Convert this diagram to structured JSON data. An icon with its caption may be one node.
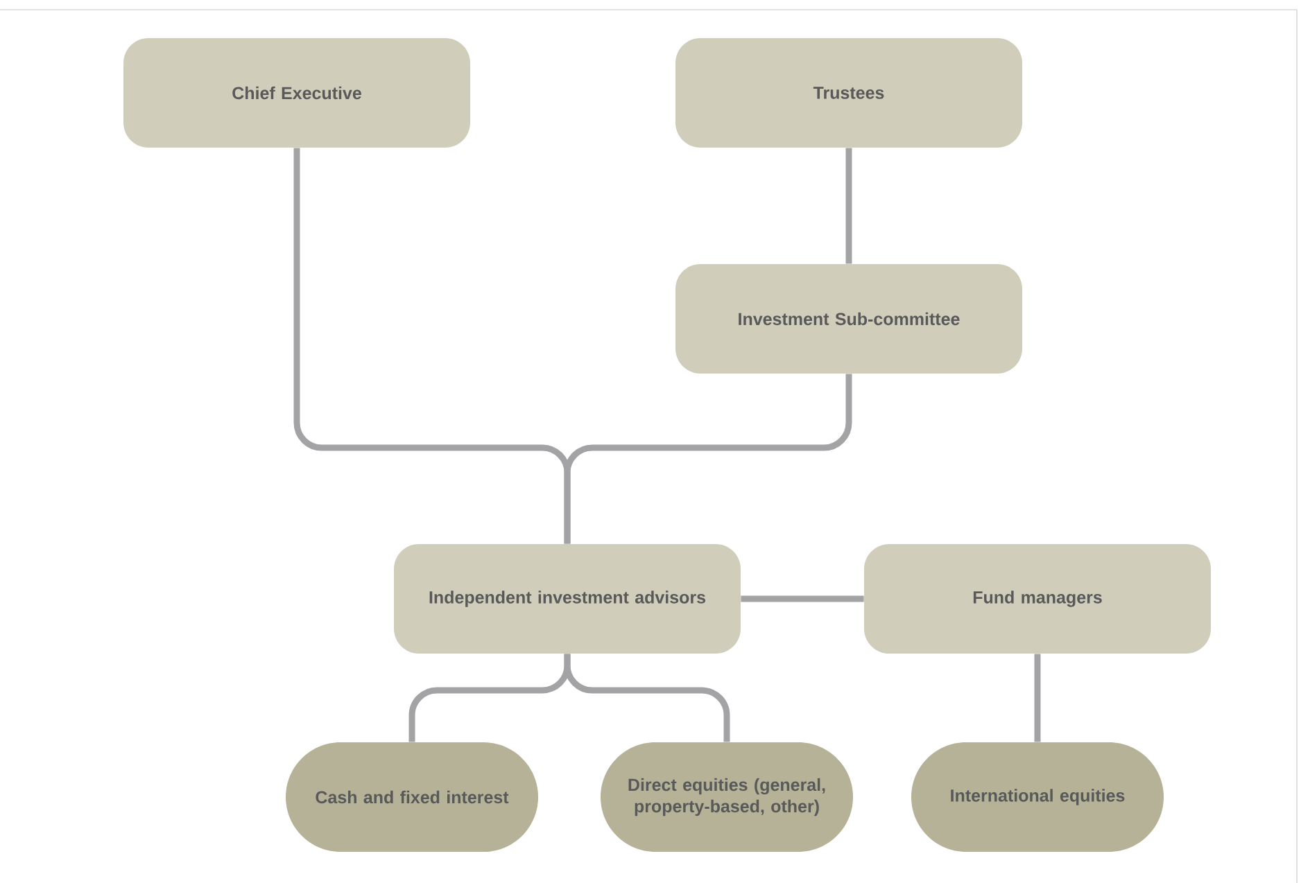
{
  "diagram": {
    "nodes": [
      {
        "text": [
          "Chief Executive"
        ]
      },
      {
        "text": [
          "Trustees"
        ]
      },
      {
        "text": [
          "Investment Sub-committee"
        ]
      },
      {
        "text": [
          "Independent investment advisors"
        ]
      },
      {
        "text": [
          "Fund managers"
        ]
      },
      {
        "text": [
          "Cash and fixed interest"
        ]
      },
      {
        "text": [
          "Direct equities (general, property-based, other)"
        ]
      },
      {
        "text": [
          "International equities"
        ]
      }
    ],
    "edges": [
      {
        "from": 0,
        "to": 3,
        "arrow": "none"
      },
      {
        "from": 1,
        "to": 2,
        "arrow": "none"
      },
      {
        "from": 2,
        "to": 3,
        "arrow": "none"
      },
      {
        "from": 3,
        "to": 4,
        "arrow": "none"
      },
      {
        "from": 3,
        "to": 5,
        "arrow": "none"
      },
      {
        "from": 3,
        "to": 6,
        "arrow": "none"
      },
      {
        "from": 4,
        "to": 7,
        "arrow": "none"
      }
    ]
  }
}
